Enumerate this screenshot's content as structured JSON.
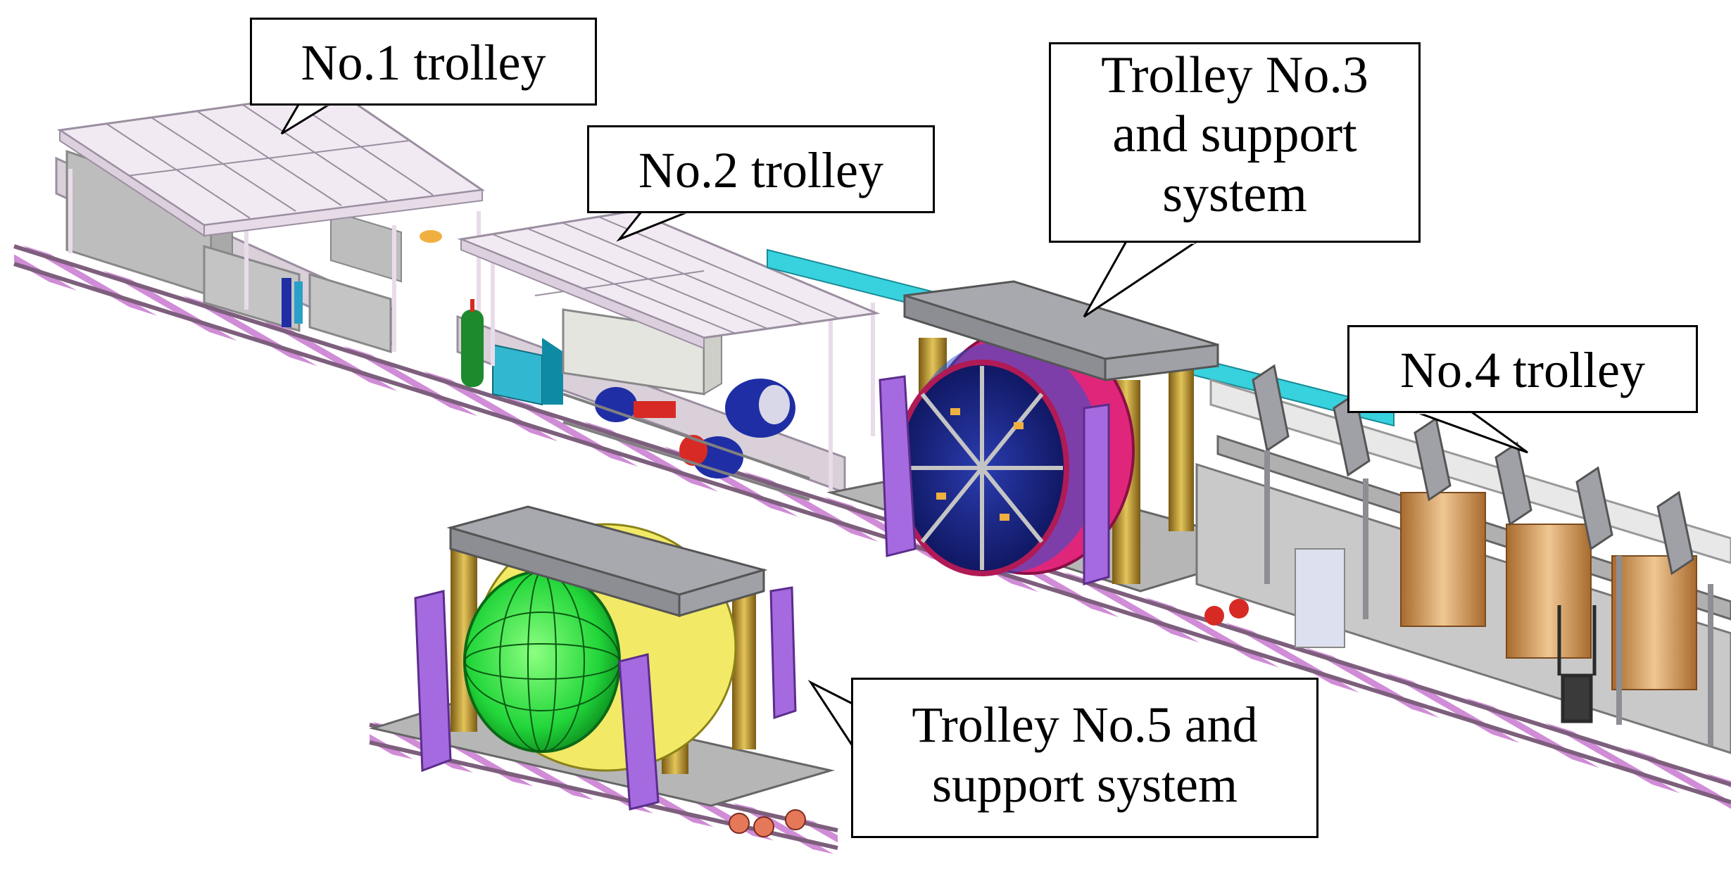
{
  "labels": {
    "trolley_1": [
      "No.1 trolley"
    ],
    "trolley_2": [
      "No.2 trolley"
    ],
    "trolley_3": [
      "Trolley No.3",
      "and support",
      "system"
    ],
    "trolley_4": [
      "No.4 trolley"
    ],
    "trolley_5": [
      "Trolley No.5 and",
      "support system"
    ]
  },
  "colors": {
    "frame": "#e9dcea",
    "frame_edge": "#9b8ea0",
    "rail": "#7d5f7d",
    "sleeper": "#d08cd6",
    "cabinet": "#bdbdbd",
    "support_beam": "#a7a9ae",
    "support_column": "#b9962e",
    "support_arm": "#a56ae0",
    "cutter_head_blue": "#16207a",
    "cutter_ring_red": "#e0267a",
    "cutter_head_green": "#23e03a",
    "cutter_shell_yellow": "#f2ea66",
    "pipe_cyan": "#37d2de",
    "pump_blue": "#1f2ea5",
    "pump_red": "#d82a24",
    "coil_copper": "#d5a46e",
    "platform": "#bdbdbd"
  },
  "icons": [
    "trolley-drawing",
    "rail-track",
    "cutter-head",
    "support-frame",
    "pump",
    "tank"
  ]
}
